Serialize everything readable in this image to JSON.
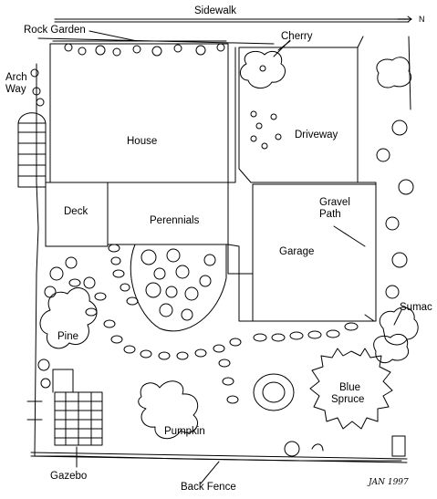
{
  "labels": {
    "sidewalk": "Sidewalk",
    "north": "N",
    "rock_garden": "Rock Garden",
    "cherry": "Cherry",
    "arch_way_1": "Arch",
    "arch_way_2": "Way",
    "house": "House",
    "driveway": "Driveway",
    "deck": "Deck",
    "perennials": "Perennials",
    "gravel_path_1": "Gravel",
    "gravel_path_2": "Path",
    "garage": "Garage",
    "sumac": "Sumac",
    "pine": "Pine",
    "blue_spruce_1": "Blue",
    "blue_spruce_2": "Spruce",
    "pumpkin": "Pumpkin",
    "gazebo": "Gazebo",
    "back_fence": "Back Fence",
    "signature": "JAN 1997"
  },
  "colors": {
    "ink": "#000000",
    "paper": "#ffffff"
  }
}
